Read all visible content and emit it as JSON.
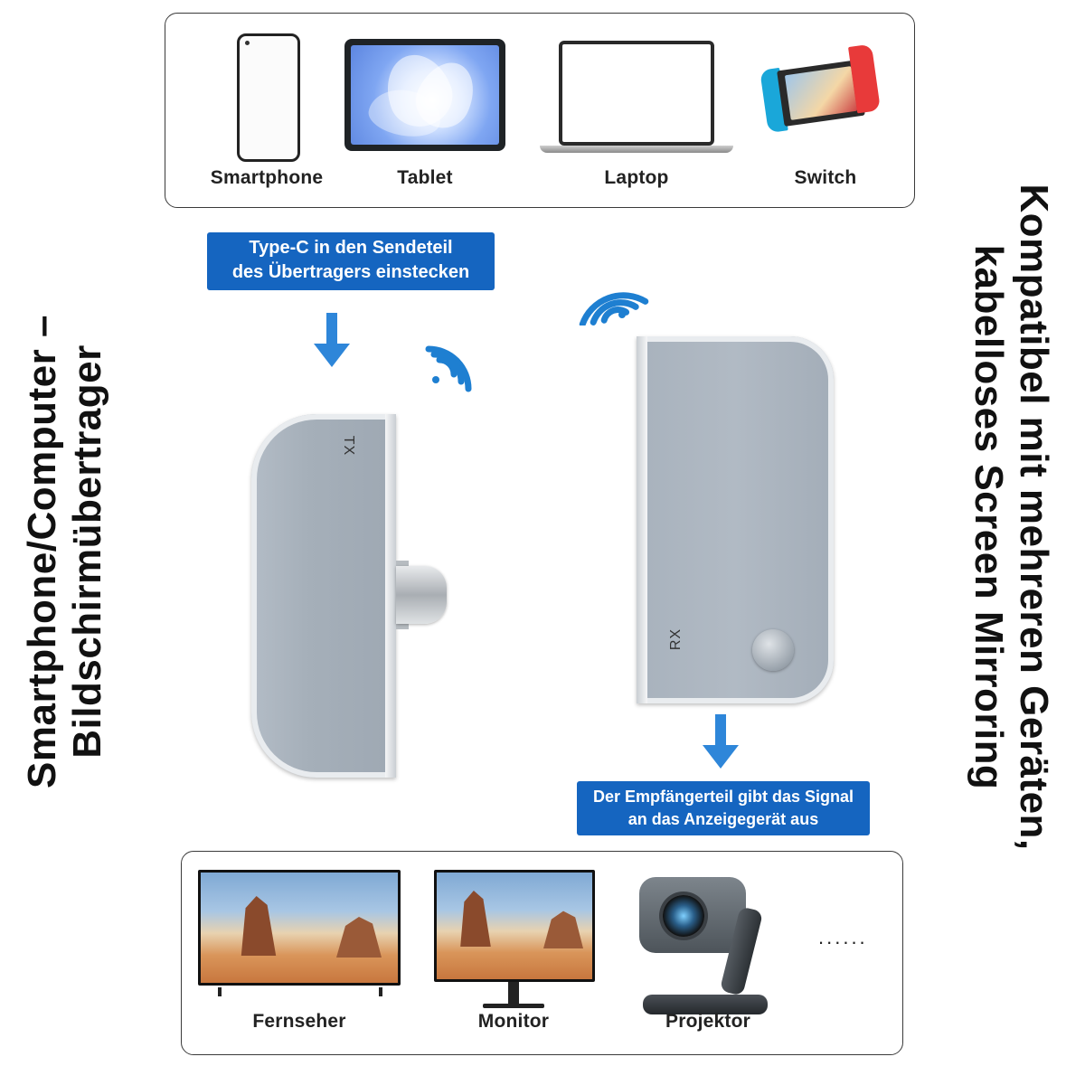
{
  "sources": {
    "items": [
      {
        "label": "Smartphone"
      },
      {
        "label": "Tablet"
      },
      {
        "label": "Laptop"
      },
      {
        "label": "Switch"
      }
    ]
  },
  "callouts": {
    "top_line1": "Type-C in den Sendeteil",
    "top_line2": "des Übertragers einstecken",
    "bottom_line1": "Der Empfängerteil gibt das Signal",
    "bottom_line2": "an das Anzeigegerät aus"
  },
  "side_titles": {
    "left_line1": "Smartphone/Computer –",
    "left_line2": "Bildschirmübertrager",
    "right_line1": "Kompatibel mit mehreren Geräten,",
    "right_line2": "kabelloses Screen Mirroring"
  },
  "devices": {
    "tx_label": "TX",
    "rx_label": "RX"
  },
  "outputs": {
    "items": [
      {
        "label": "Fernseher"
      },
      {
        "label": "Monitor"
      },
      {
        "label": "Projektor"
      }
    ],
    "more": "......"
  },
  "colors": {
    "accent_blue": "#1565c0",
    "wifi_blue": "#1e7fd1",
    "device_silver": "#a8b2bd"
  }
}
